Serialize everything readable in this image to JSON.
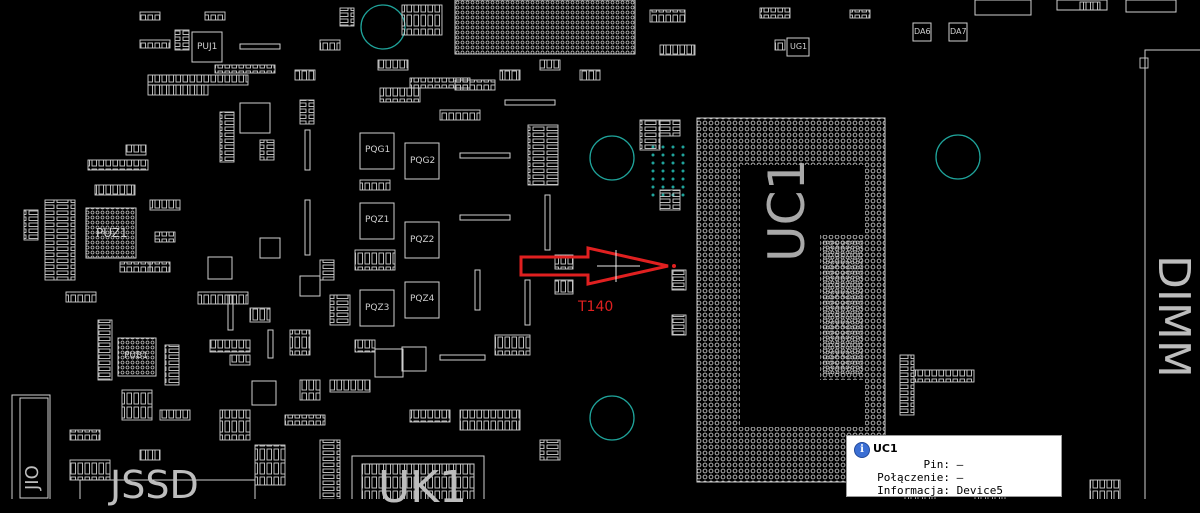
{
  "components": {
    "PUJ1": "PUJ1",
    "PUZ1": "PUZ1",
    "PUB1": "PUB1",
    "PQG1": "PQG1",
    "PQG2": "PQG2",
    "PQZ1": "PQZ1",
    "PQZ2": "PQZ2",
    "PQZ3": "PQZ3",
    "PQZ4": "PQZ4",
    "UC1": "UC1",
    "UG1": "UG1",
    "DA6": "DA6",
    "DA7": "DA7",
    "JSSD": "JSSD",
    "UK1": "UK1",
    "JIO": "JIO",
    "DIMM": "DIMM"
  },
  "marker": {
    "label": "T140",
    "color": "#e02020"
  },
  "tooltip": {
    "title": "UC1",
    "pin_label": "Pin:",
    "pin_value": "—",
    "connection_label": "Połączenie:",
    "connection_value": "—",
    "info_label": "Informacja:",
    "info_value": "Device5"
  },
  "colors": {
    "background": "#000000",
    "outline": "#cfcfcf",
    "hole": "#1fa39a",
    "marker": "#e02020"
  }
}
